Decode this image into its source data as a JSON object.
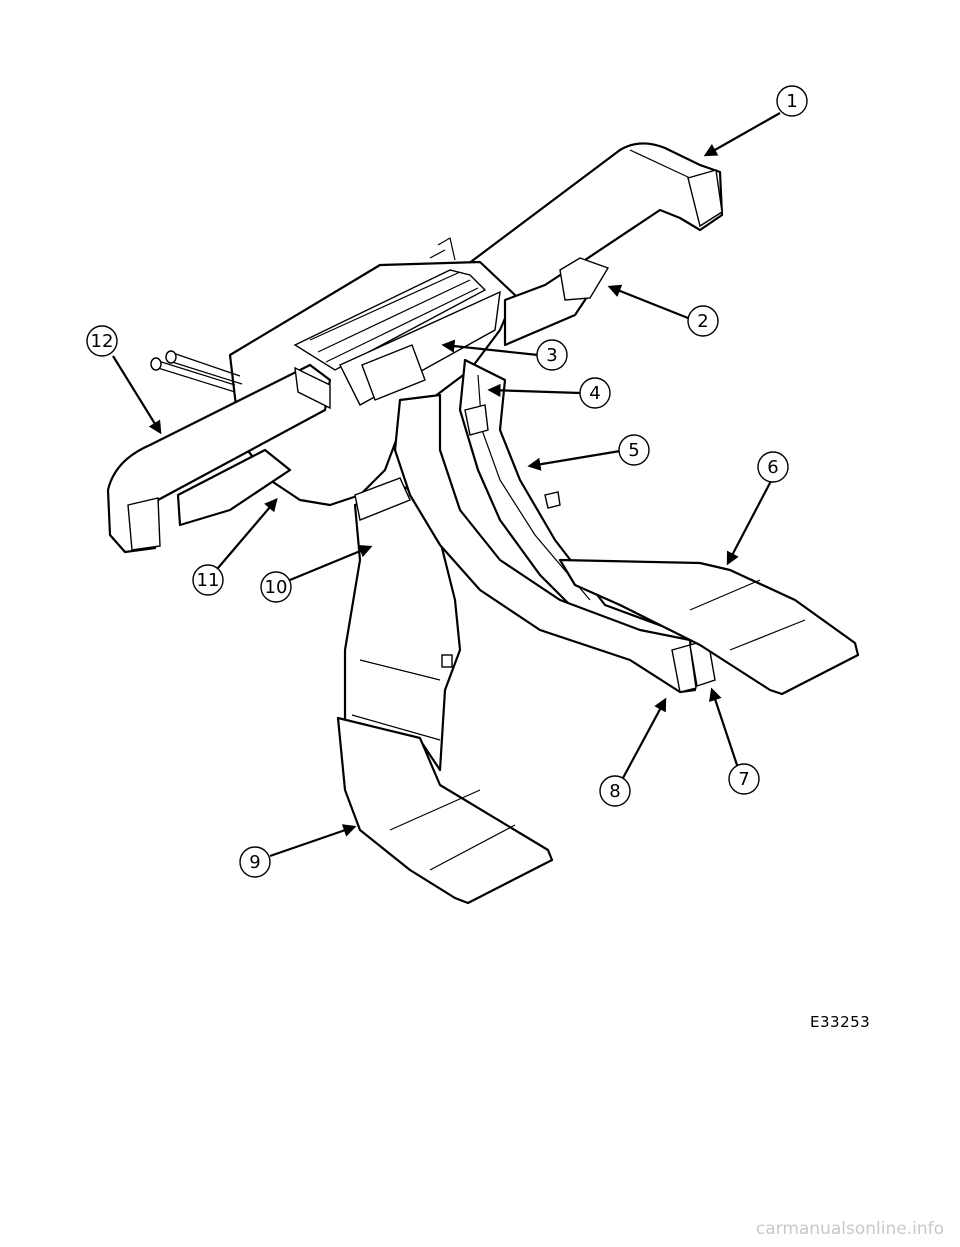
{
  "callouts": [
    {
      "num": "1"
    },
    {
      "num": "2"
    },
    {
      "num": "3"
    },
    {
      "num": "4"
    },
    {
      "num": "5"
    },
    {
      "num": "6"
    },
    {
      "num": "7"
    },
    {
      "num": "8"
    },
    {
      "num": "9"
    },
    {
      "num": "10"
    },
    {
      "num": "11"
    },
    {
      "num": "12"
    }
  ],
  "figure_id": "E33253",
  "watermark": "carmanualsonline.info"
}
